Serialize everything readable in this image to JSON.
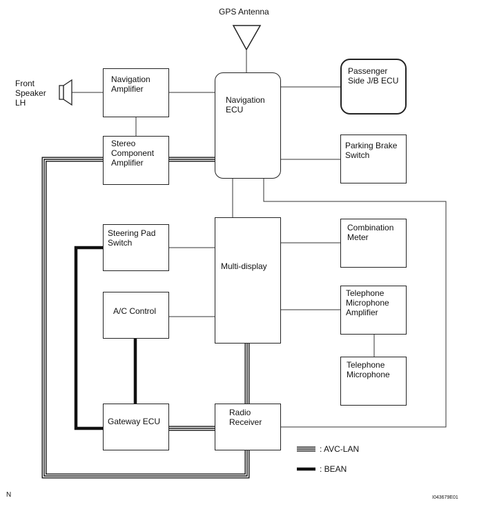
{
  "title_gps": "GPS Antenna",
  "blocks": {
    "speaker": "Front\nSpeaker\nLH",
    "nav_amp": "Navigation\nAmplifier",
    "nav_ecu": "Navigation\nECU",
    "passenger_jb": "Passenger\nSide J/B ECU",
    "stereo_amp": "Stereo\nComponent\nAmplifier",
    "parking_brake": "Parking Brake\nSwitch",
    "steering_pad": "Steering Pad\nSwitch",
    "multi_display": "Multi-display",
    "combination_meter": "Combination\nMeter",
    "ac_control": "A/C Control",
    "tel_mic_amp": "Telephone\nMicrophone\nAmplifier",
    "tel_mic": "Telephone\nMicrophone",
    "gateway_ecu": "Gateway ECU",
    "radio_receiver": "Radio\nReceiver"
  },
  "legend": {
    "avc": ": AVC-LAN",
    "bean": ": BEAN"
  },
  "footer": {
    "left_code": "N",
    "right_code": "I043679E01"
  }
}
